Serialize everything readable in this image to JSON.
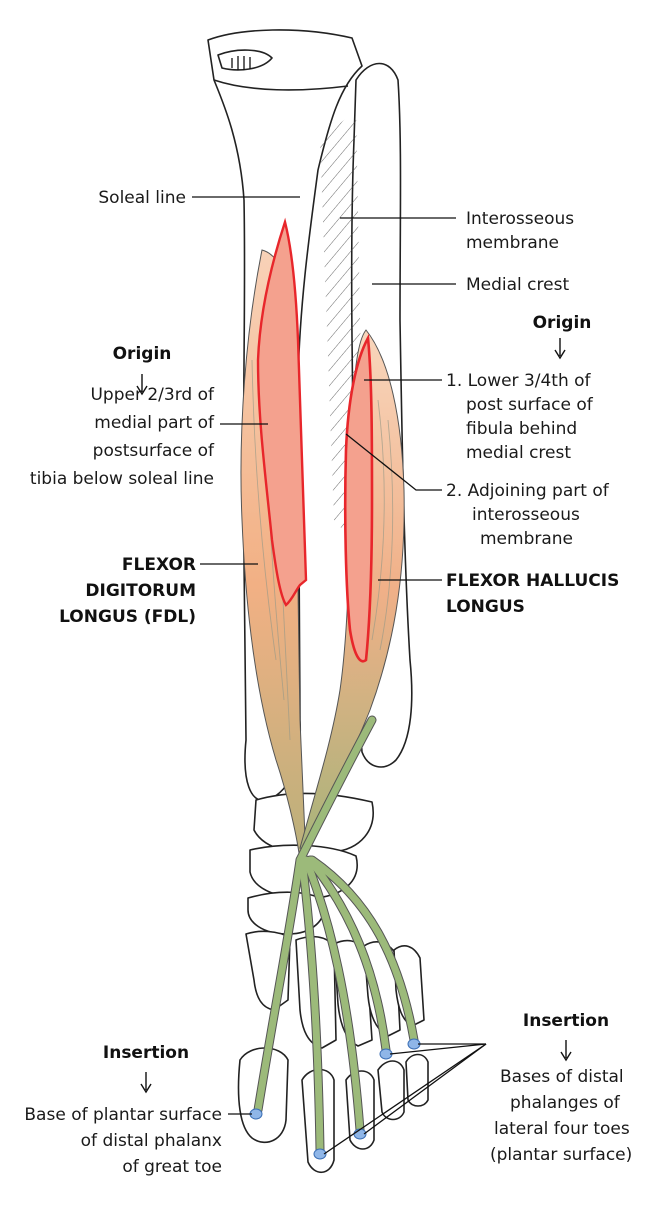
{
  "labels": {
    "soleal_line": "Soleal line",
    "interosseous_1": "Interosseous",
    "interosseous_2": "membrane",
    "medial_crest": "Medial crest",
    "origin_right": "Origin",
    "fhl_origin_1": "1. Lower 3/4th of",
    "fhl_origin_2": "post surface of",
    "fhl_origin_3": "fibula behind",
    "fhl_origin_4": "medial crest",
    "fhl_origin_5": "2. Adjoining part of",
    "fhl_origin_6": "interosseous",
    "fhl_origin_7": "membrane",
    "origin_left": "Origin",
    "fdl_origin_1": "Upper 2/3rd of",
    "fdl_origin_2": "medial part of",
    "fdl_origin_3": "postsurface of",
    "fdl_origin_4": "tibia below soleal line",
    "fdl_name_1": "FLEXOR",
    "fdl_name_2": "DIGITORUM",
    "fdl_name_3": "LONGUS (FDL)",
    "fhl_name_1": "FLEXOR HALLUCIS",
    "fhl_name_2": "LONGUS",
    "insertion_left": "Insertion",
    "fhl_ins_1": "Base of plantar surface",
    "fhl_ins_2": "of distal phalanx",
    "fhl_ins_3": "of great toe",
    "insertion_right": "Insertion",
    "fdl_ins_1": "Bases of distal",
    "fdl_ins_2": "phalanges of",
    "fdl_ins_3": "lateral four toes",
    "fdl_ins_4": "(plantar surface)"
  },
  "colors": {
    "origin_area": "#f4a18e",
    "origin_border": "#e8262b",
    "fdl_muscle": "#f2b58a",
    "fhl_muscle": "#f2b58a",
    "tendon": "#9cba7a",
    "insertion_point": "#8fb6e8"
  }
}
